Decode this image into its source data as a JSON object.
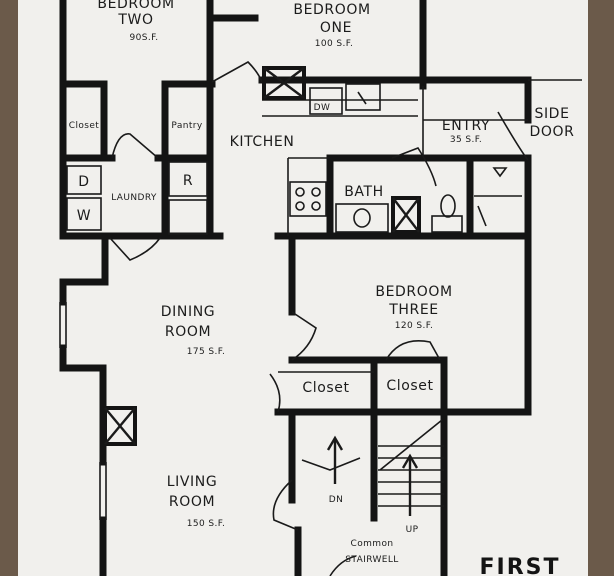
{
  "rooms": {
    "bedroom_two": {
      "name": "BEDROOM",
      "name2": "TWO",
      "area": "90S.F."
    },
    "bedroom_one": {
      "name": "BEDROOM",
      "name2": "ONE",
      "area": "100 S.F."
    },
    "closet_left": "Closet",
    "pantry": "Pantry",
    "kitchen": "KITCHEN",
    "entry": {
      "name": "ENTRY",
      "area": "35 S.F."
    },
    "side_door": {
      "line1": "SIDE",
      "line2": "DOOR"
    },
    "laundry": "LAUNDRY",
    "bath": "BATH",
    "bedroom_three": {
      "name": "BEDROOM",
      "name2": "THREE",
      "area": "120 S.F."
    },
    "dining": {
      "name": "DINING",
      "name2": "ROOM",
      "area": "175 S.F."
    },
    "closet_mid": "Closet",
    "closet_right": "Closet",
    "living": {
      "name": "LIVING",
      "name2": "ROOM",
      "area": "150 S.F."
    },
    "stairwell": {
      "line1": "Common",
      "line2": "STAIRWELL"
    }
  },
  "fixtures": {
    "dryer": "D",
    "washer": "W",
    "refrigerator": "R",
    "dishwasher": "DW"
  },
  "stairs": {
    "down": "DN",
    "up": "UP"
  },
  "floor_label": "FIRST"
}
